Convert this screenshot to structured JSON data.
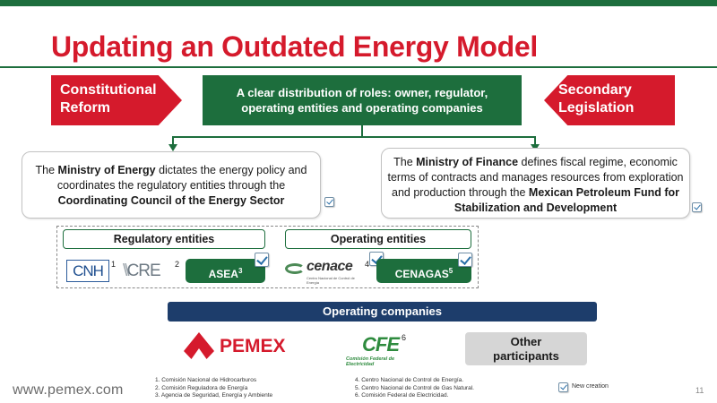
{
  "title": "Updating an Outdated Energy Model",
  "left_arrow": "Constitutional Reform",
  "right_arrow": "Secondary Legislation",
  "center_box": "A clear distribution of roles: owner, regulator, operating entities and operating companies",
  "left_bubble": {
    "pre": "The ",
    "bold1": "Ministry of Energy",
    "mid": " dictates the energy policy and coordinates the regulatory entities through the ",
    "bold2": "Coordinating Council of the Energy Sector"
  },
  "right_bubble": {
    "pre": "The ",
    "bold1": "Ministry of Finance",
    "mid": " defines fiscal regime, economic terms of contracts and manages resources from exploration and production through the ",
    "bold2": "Mexican Petroleum Fund for Stabilization and Development"
  },
  "regulatory_header": "Regulatory entities",
  "operating_header": "Operating entities",
  "entities": {
    "cnh": "CNH",
    "cnh_sup": "1",
    "cre": "CRE",
    "cre_sup": "2",
    "asea": "ASEA",
    "asea_sup": "3",
    "cenace": "cenace",
    "cenace_sub": "Centro Nacional de Control de Energía",
    "cenace_sup": "4",
    "cenagas": "CENAGAS",
    "cenagas_sup": "5"
  },
  "operating_companies": "Operating companies",
  "companies": {
    "pemex": "PEMEX",
    "cfe": "CFE",
    "cfe_sub": "Comisión Federal de Electricidad",
    "cfe_sup": "6",
    "other": "Other participants"
  },
  "footnotes": {
    "f1": "1.   Comisión Nacional de Hidrocarburos",
    "f2": "2.   Comisión Reguladora de Energía",
    "f3": "3.   Agencia de Seguridad, Energía y Ambiente",
    "f4": "4.   Centro Nacional de Control de Energía.",
    "f5": "5.   Centro Nacional de Control de Gas Natural.",
    "f6": "6.   Comisión Federal de Electricidad."
  },
  "new_creation": "New creation",
  "website": "www.pemex.com",
  "page_number": "11",
  "colors": {
    "green": "#1d6e3d",
    "red": "#d51a2c",
    "navy": "#1d3d6b"
  }
}
